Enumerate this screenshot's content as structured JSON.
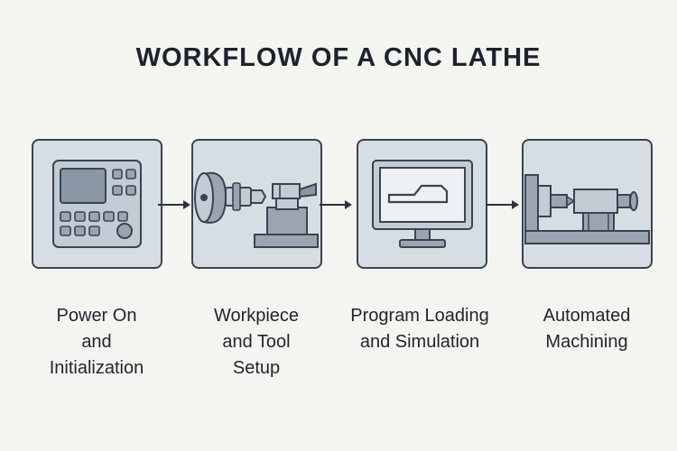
{
  "title": "WORKFLOW OF A CNC LATHE",
  "steps": [
    {
      "lines": [
        "Power On",
        "and",
        "Initialization"
      ],
      "icon": "control-panel-icon"
    },
    {
      "lines": [
        "Workpiece",
        "and Tool",
        "Setup"
      ],
      "icon": "chuck-tool-icon"
    },
    {
      "lines": [
        "Program Loading",
        "and Simulation"
      ],
      "icon": "monitor-icon"
    },
    {
      "lines": [
        "Automated",
        "Machining"
      ],
      "icon": "lathe-machining-icon"
    }
  ],
  "colors": {
    "stroke": "#3a4350",
    "card_fill": "#d6dde3",
    "metal": "#9aa5b1",
    "metal_light": "#c3ccd5",
    "screen": "#8a97a5"
  }
}
